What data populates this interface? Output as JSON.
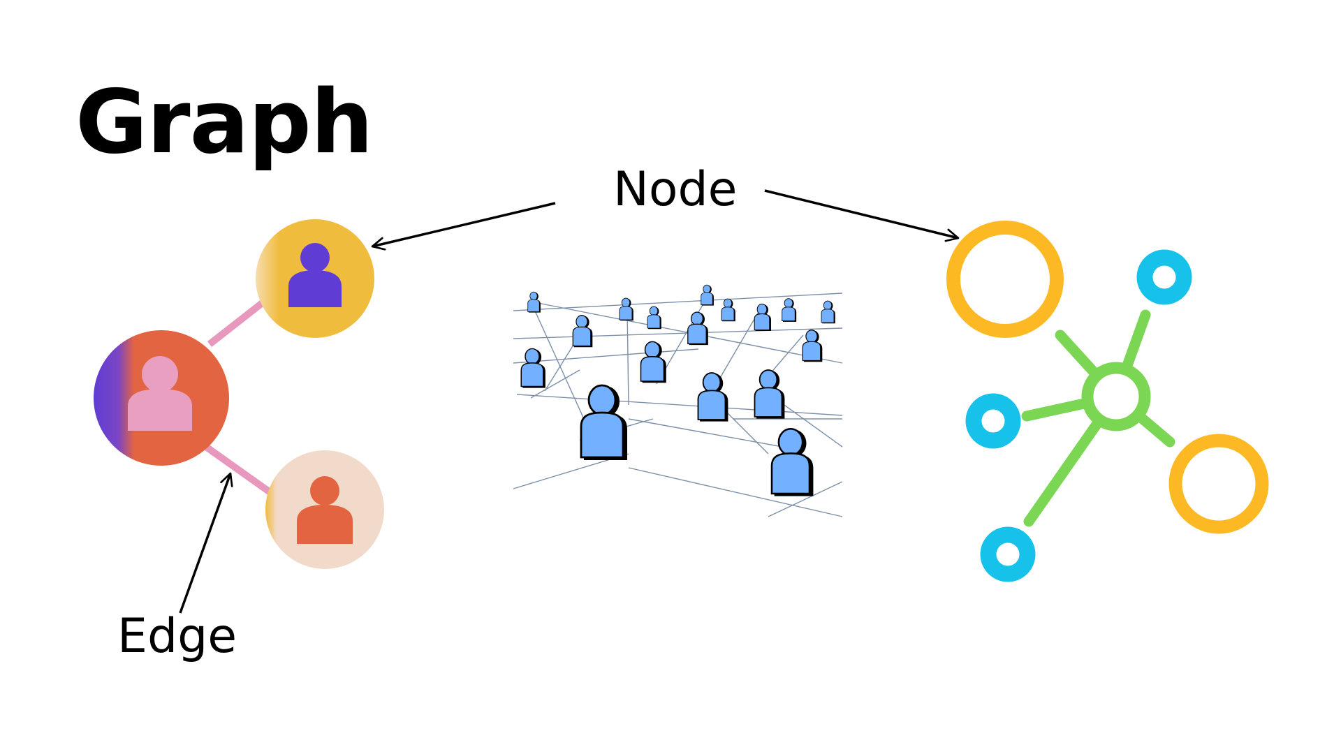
{
  "title": "Graph",
  "labels": {
    "node": "Node",
    "edge": "Edge"
  },
  "colors": {
    "orange_yellow": "#f0bc3e",
    "node_orange": "#e36441",
    "node_peach": "#f2dacb",
    "purple": "#5f3dd4",
    "pink": "#e89fc0",
    "edge_pink": "#e898bd",
    "crowd_blue": "#73b0ff",
    "network_yellow": "#fdb924",
    "network_cyan": "#16c2ea",
    "network_green": "#7bd653"
  },
  "icons": [
    "person-icon",
    "crowd-network-icon",
    "node-graph-icon"
  ]
}
